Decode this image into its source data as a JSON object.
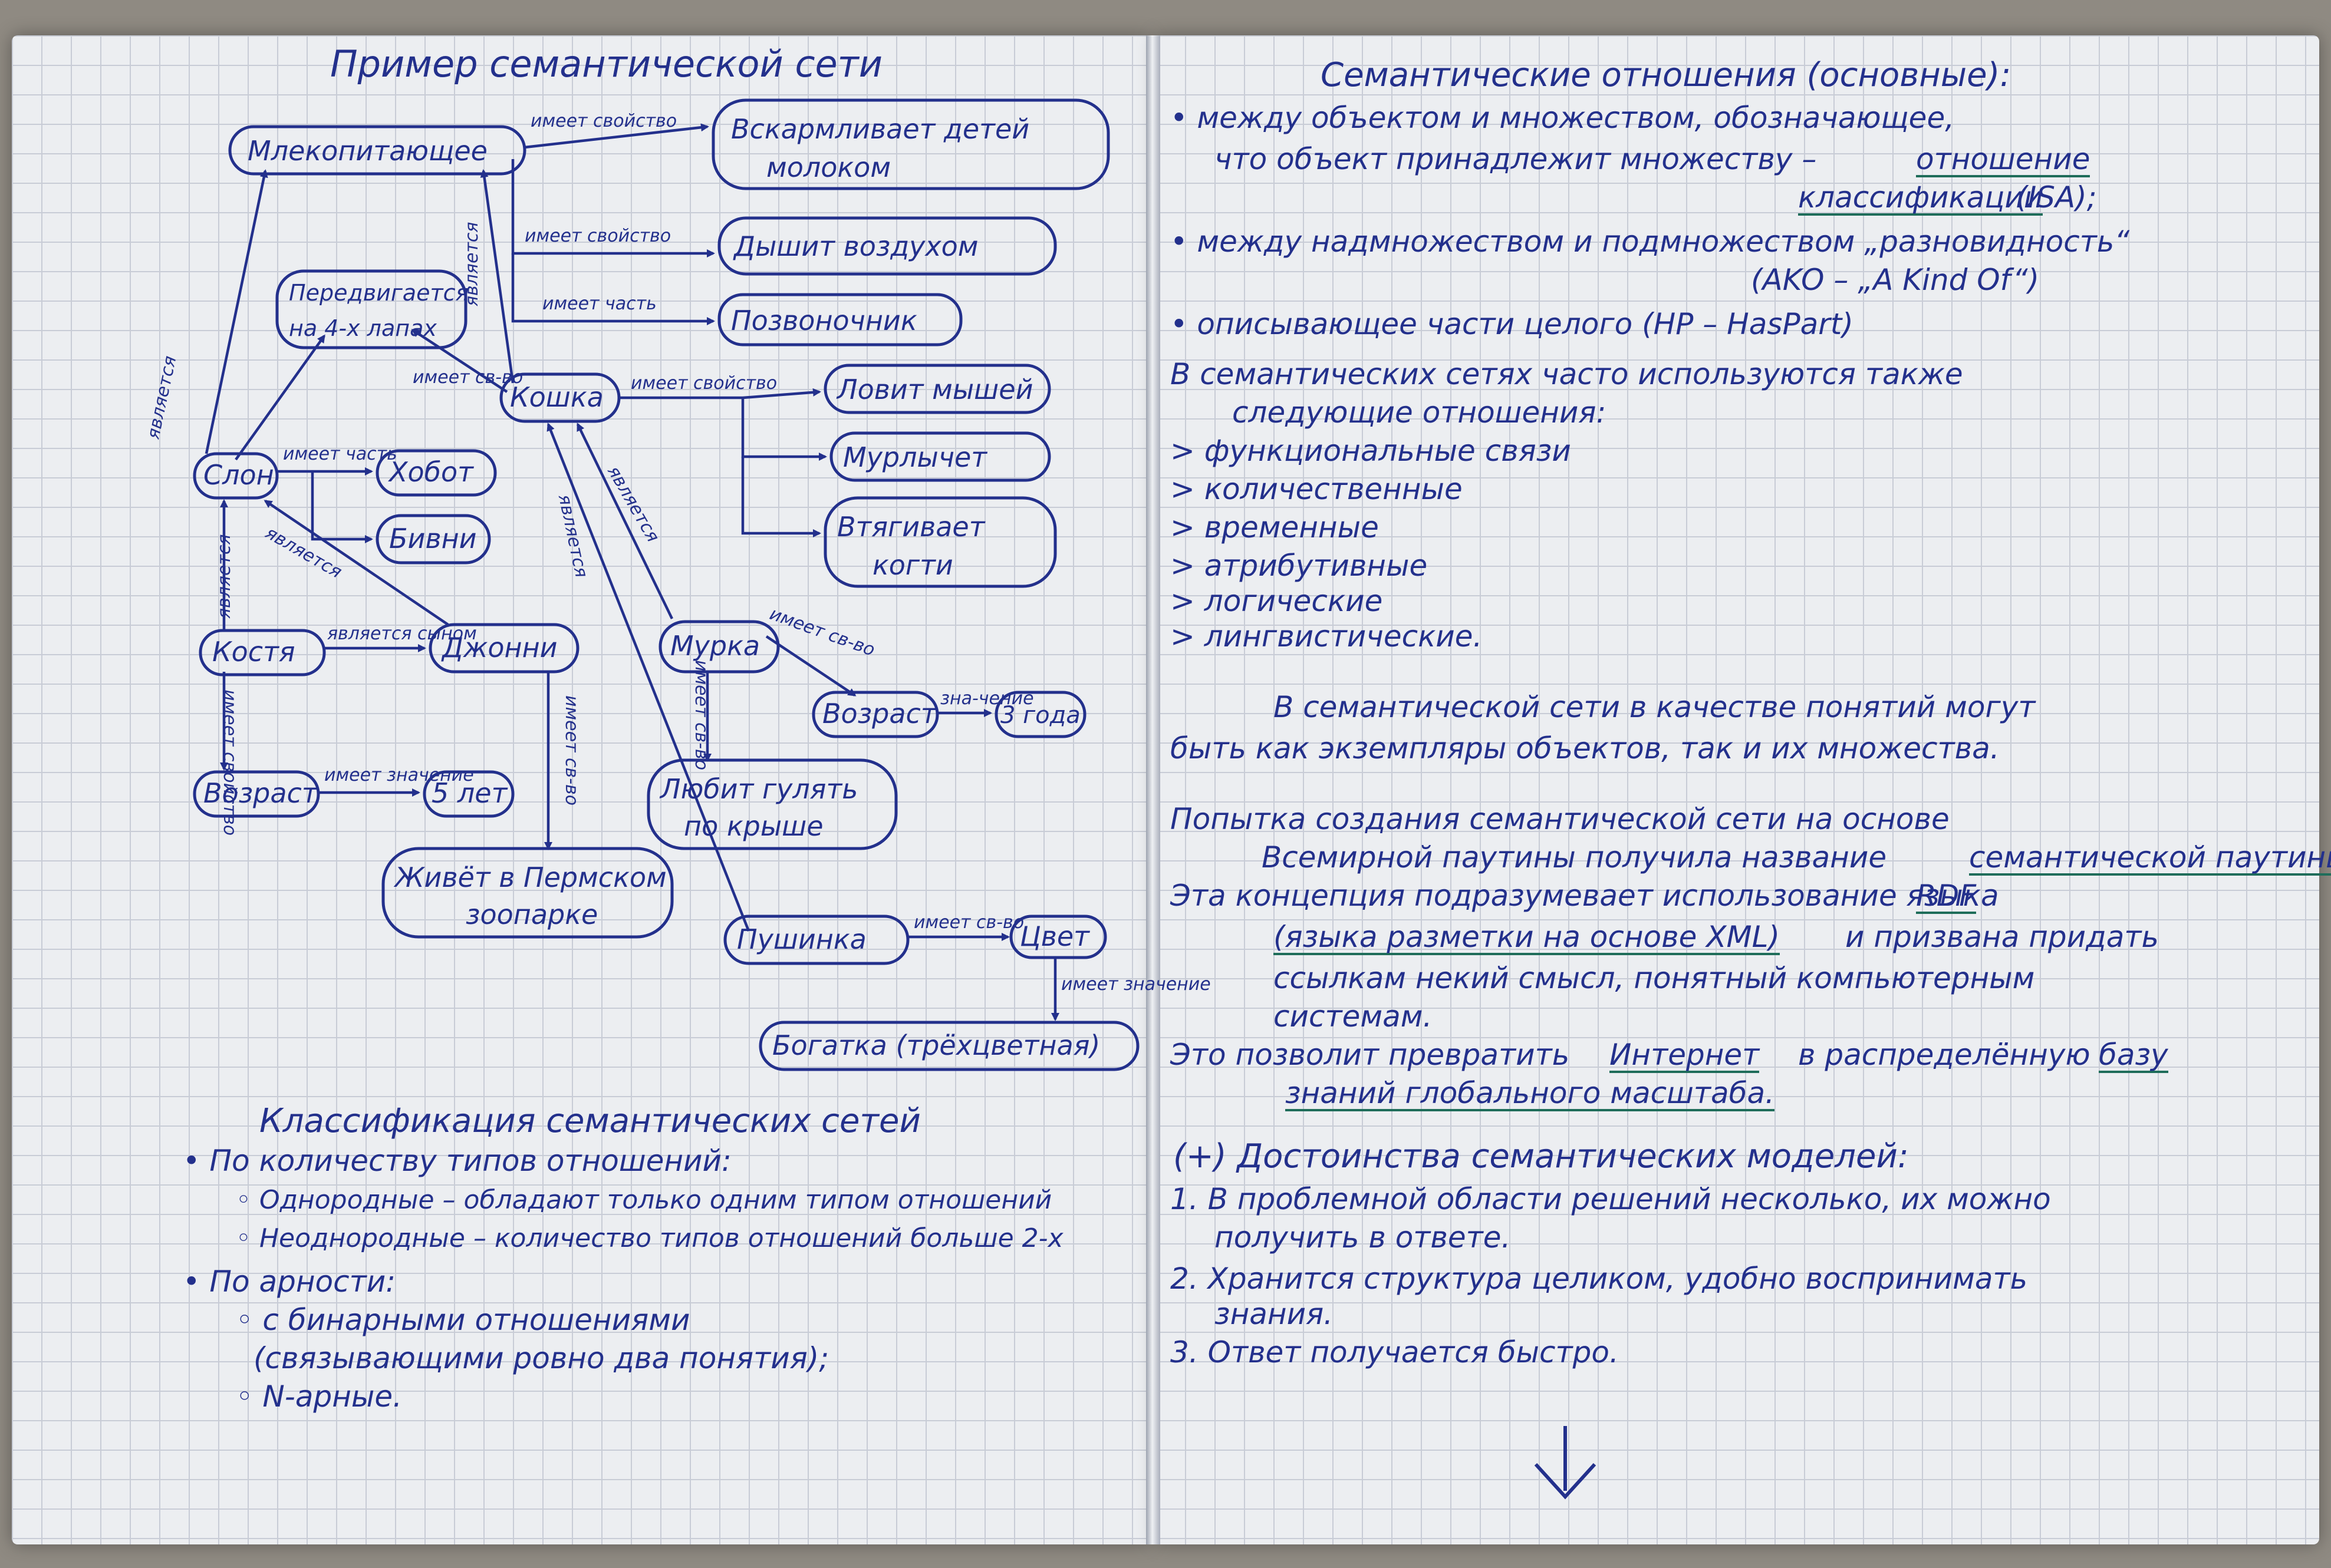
{
  "left_page": {
    "diagram_title": "Пример семантической сети",
    "nodes": {
      "mammal": "Млекопитающее",
      "feeds_milk_1": "Вскармливает детей",
      "feeds_milk_2": "молоком",
      "breathes_air": "Дышит воздухом",
      "spine": "Позвоночник",
      "four_legs_1": "Передвигается",
      "four_legs_2": "на 4-х лапах",
      "cat": "Кошка",
      "catches_mice": "Ловит мышей",
      "purrs": "Мурлычет",
      "claws_1": "Втягивает",
      "claws_2": "когти",
      "elephant": "Слон",
      "trunk": "Хобот",
      "tusks": "Бивни",
      "kostya": "Костя",
      "johnny": "Джонни",
      "murka": "Мурка",
      "age_kostya": "Возраст",
      "five_years": "5 лет",
      "age_murka": "Возраст",
      "three_years": "3 года",
      "perm_zoo_1": "Живёт в Пермском",
      "perm_zoo_2": "зоопарке",
      "likes_roofs_1": "Любит гулять",
      "likes_roofs_2": "по крыше",
      "pushinka": "Пушинка",
      "color": "Цвет",
      "calico": "Богатка (трёхцветная)"
    },
    "edge_labels": {
      "has_property": "имеет свойство",
      "has_part": "имеет часть",
      "is_a": "является",
      "has_prop_short": "имеет св-во",
      "has_value": "имеет значение",
      "is_relative": "является сыном",
      "has_value_short": "зна-чение"
    },
    "classification": {
      "title": "Классификация семантических сетей",
      "item1": "• По количеству типов отношений:",
      "item1a": "◦ Однородные – обладают только одним типом отношений",
      "item1b": "◦ Неоднородные – количество типов отношений больше 2-х",
      "item2": "• По арности:",
      "item2a": "◦ с бинарными отношениями",
      "item2b": "(связывающими ровно два понятия);",
      "item2c": "◦ N-арные."
    }
  },
  "right_page": {
    "relations_title": "Семантические отношения (основные):",
    "r1_line1": "• между объектом и множеством, обозначающее,",
    "r1_line2": "что объект принадлежит множеству –",
    "r1_term1": "отношение",
    "r1_term2": "классификации",
    "r1_tail": "(ISA);",
    "r2_line1": "• между надмножеством и подмножеством „разновидность“",
    "r2_line2": "(AKO – „A Kind Of“)",
    "r3": "• описывающее части целого (HP – HasPart)",
    "also_line1": "В семантических сетях часто используются также",
    "also_line2": "следующие отношения:",
    "rel_list": [
      "> функциональные связи",
      "> количественные",
      "> временные",
      "> атрибутивные",
      "> логические",
      "> лингвистические."
    ],
    "concepts_line1": "В семантической сети в качестве понятий могут",
    "concepts_line2": "быть как экземпляры объектов, так и их множества.",
    "web_line1": "Попытка создания семантической сети на основе",
    "web_line2a": "Всемирной паутины получила название",
    "web_term": "семантической паутины.",
    "rdf_line1a": "Эта концепция подразумевает использование языка",
    "rdf_term": "RDF",
    "rdf_line2": "(языка разметки на основе XML)",
    "rdf_line2b": "и призвана придать",
    "rdf_line3": "ссылкам некий смысл, понятный компьютерным",
    "rdf_line4": "системам.",
    "inet_line1a": "Это позволит превратить",
    "inet_term": "Интернет",
    "inet_line1b": "в распределённую",
    "inet_term2": "базу",
    "inet_line2": "знаний глобального масштаба.",
    "adv_title": "(+) Достоинства семантических моделей:",
    "adv1_line1": "1. В проблемной области решений несколько, их можно",
    "adv1_line2": "получить в ответе.",
    "adv2_line1": "2. Хранится структура целиком, удобно воспринимать",
    "adv2_line2": "знания.",
    "adv3": "3. Ответ получается быстро."
  }
}
